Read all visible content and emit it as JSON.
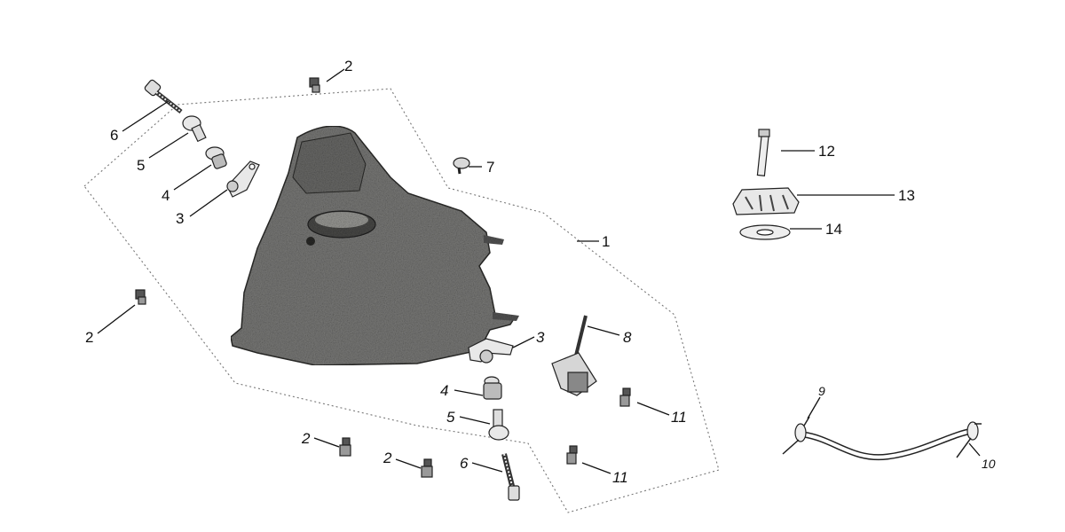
{
  "callouts": [
    {
      "id": "c6a",
      "text": "6"
    },
    {
      "id": "c5a",
      "text": "5"
    },
    {
      "id": "c4a",
      "text": "4"
    },
    {
      "id": "c3a",
      "text": "3"
    },
    {
      "id": "c2a",
      "text": "2"
    },
    {
      "id": "c2b",
      "text": "2"
    },
    {
      "id": "c7",
      "text": "7"
    },
    {
      "id": "c1",
      "text": "1"
    },
    {
      "id": "c12",
      "text": "12"
    },
    {
      "id": "c13",
      "text": "13"
    },
    {
      "id": "c14",
      "text": "14"
    },
    {
      "id": "c3b",
      "text": "3"
    },
    {
      "id": "c8",
      "text": "8"
    },
    {
      "id": "c4b",
      "text": "4"
    },
    {
      "id": "c5b",
      "text": "5"
    },
    {
      "id": "c11a",
      "text": "11"
    },
    {
      "id": "c2c",
      "text": "2"
    },
    {
      "id": "c2d",
      "text": "2"
    },
    {
      "id": "c6b",
      "text": "6"
    },
    {
      "id": "c11b",
      "text": "11"
    },
    {
      "id": "c9",
      "text": "9"
    },
    {
      "id": "c10",
      "text": "10"
    }
  ],
  "colors": {
    "tank_fill": "#7a7a78",
    "tank_dark": "#3c3c3a",
    "line": "#111111",
    "dotted": "#777777"
  }
}
